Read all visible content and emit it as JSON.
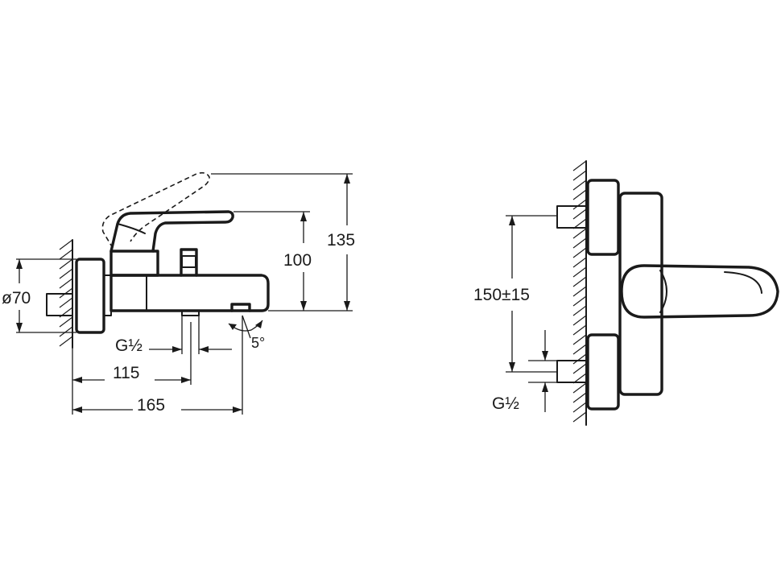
{
  "side_view": {
    "dim_diameter": "ø70",
    "dim_thread": "G½",
    "dim_115": "115",
    "dim_165": "165",
    "dim_100": "100",
    "dim_135": "135",
    "dim_angle": "5°"
  },
  "front_view": {
    "dim_spacing": "150±15",
    "dim_thread": "G½"
  }
}
